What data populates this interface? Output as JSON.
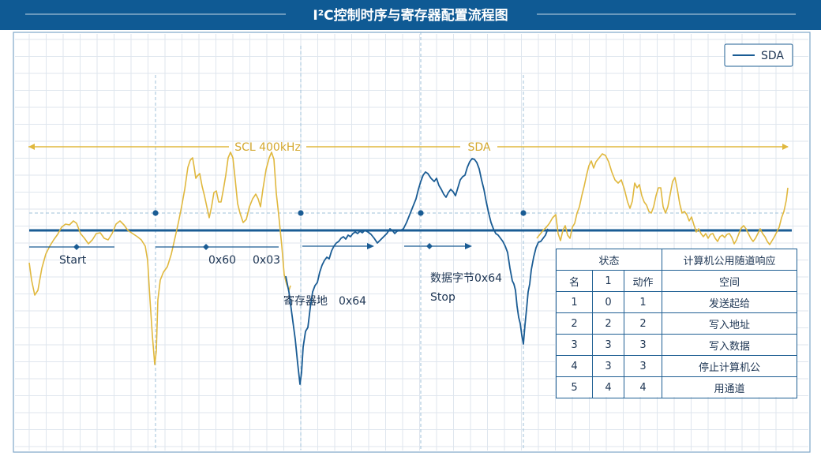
{
  "title": "I²C控制时序与寄存器配置流程图",
  "legend": {
    "label": "SDA"
  },
  "colors": {
    "header_bg": "#0f5a94",
    "grid": "#dfe6ee",
    "sda": "#1a5c94",
    "scl": "#e0b83e",
    "text": "#1d3553",
    "dash": "#9fc1da"
  },
  "bracket": {
    "left_label": "SCL 400kHz",
    "right_label": "SDA"
  },
  "annotations": {
    "start": "Start",
    "addr1": "0x60",
    "addr2": "0x03",
    "reg_addr": "寄存器地",
    "reg_val": "0x64",
    "data_byte": "数据字节0x64",
    "stop": "Stop"
  },
  "table": {
    "header": [
      "状态",
      "计算机公用随道响应"
    ],
    "subheader": [
      "名",
      "1",
      "动作",
      "空间"
    ],
    "rows": [
      [
        "1",
        "0",
        "1",
        "发送起给"
      ],
      [
        "2",
        "2",
        "2",
        "写入地址"
      ],
      [
        "3",
        "3",
        "3",
        "写入数据"
      ],
      [
        "4",
        "3",
        "3",
        "停止计算机公"
      ],
      [
        "5",
        "4",
        "4",
        "用通道"
      ]
    ]
  }
}
